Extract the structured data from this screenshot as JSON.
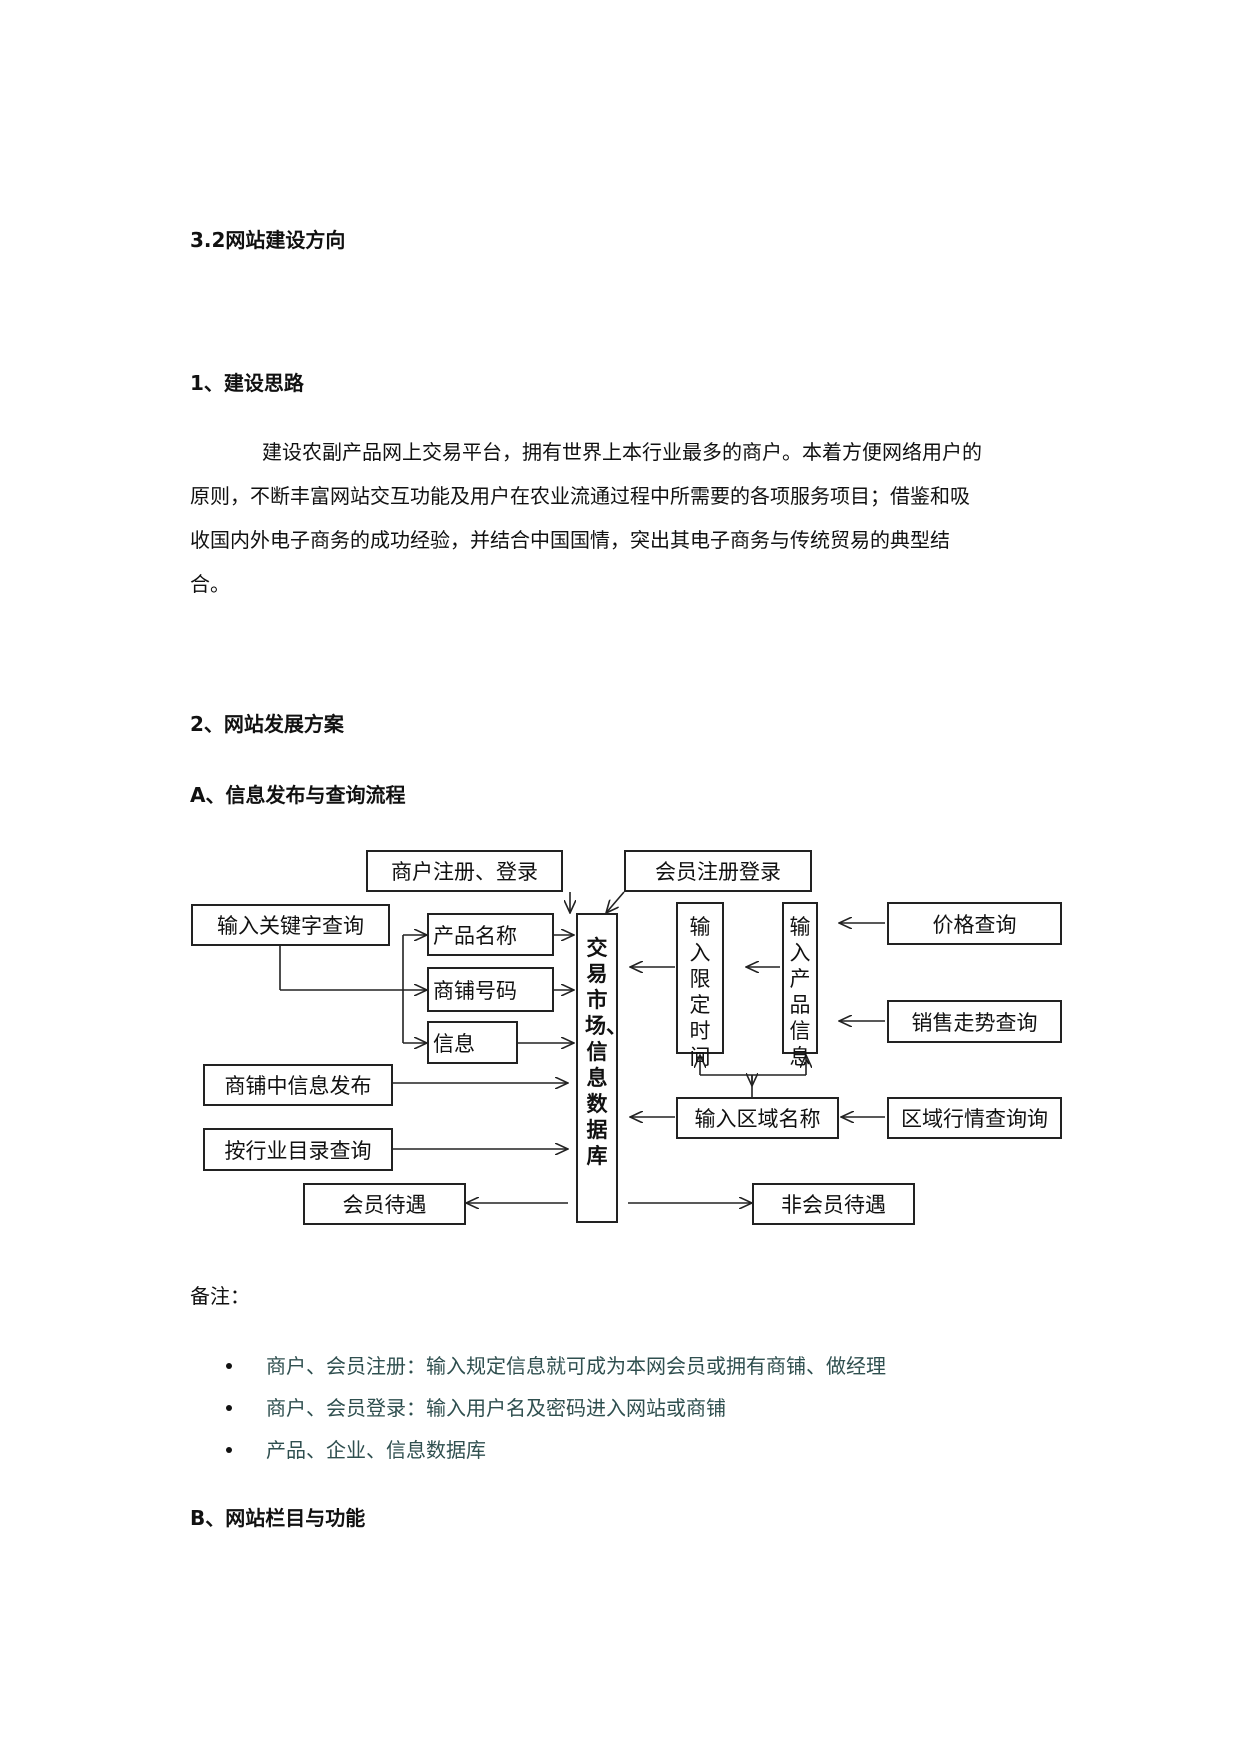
{
  "section_title": "3.2网站建设方向",
  "h1": "1、建设思路",
  "paragraph_lines": [
    "建设农副产品网上交易平台，拥有世界上本行业最多的商户。本着方便网络用户的",
    "原则，不断丰富网站交互功能及用户在农业流通过程中所需要的各项服务项目；借鉴和吸",
    "收国内外电子商务的成功经验，并结合中国国情，突出其电子商务与传统贸易的典型结",
    "合。"
  ],
  "h2": "2、网站发展方案",
  "h3": "A、信息发布与查询流程",
  "diagram": {
    "merchant_register": "商户注册、登录",
    "member_register": "会员注册登录",
    "keyword_search": "输入关键字查询",
    "product_name": "产品名称",
    "shop_number": "商铺号码",
    "info": "信息",
    "shop_publish": "商铺中信息发布",
    "industry_search": "按行业目录查询",
    "member_benefit": "会员待遇",
    "nonmember_benefit": "非会员待遇",
    "database": "交易市场、信息数据库",
    "limit_time": "输入限定时间",
    "product_info": "输入产品信息",
    "region_name": "输入区域名称",
    "price_query": "价格查询",
    "sales_trend": "销售走势查询",
    "region_market": "区域行情查询询"
  },
  "note_label": "备注：",
  "notes": [
    "商户、会员注册：输入规定信息就可成为本网会员或拥有商铺、做经理",
    "商户、会员登录：输入用户名及密码进入网站或商铺",
    "产品、企业、信息数据库"
  ],
  "h4": "B、网站栏目与功能"
}
